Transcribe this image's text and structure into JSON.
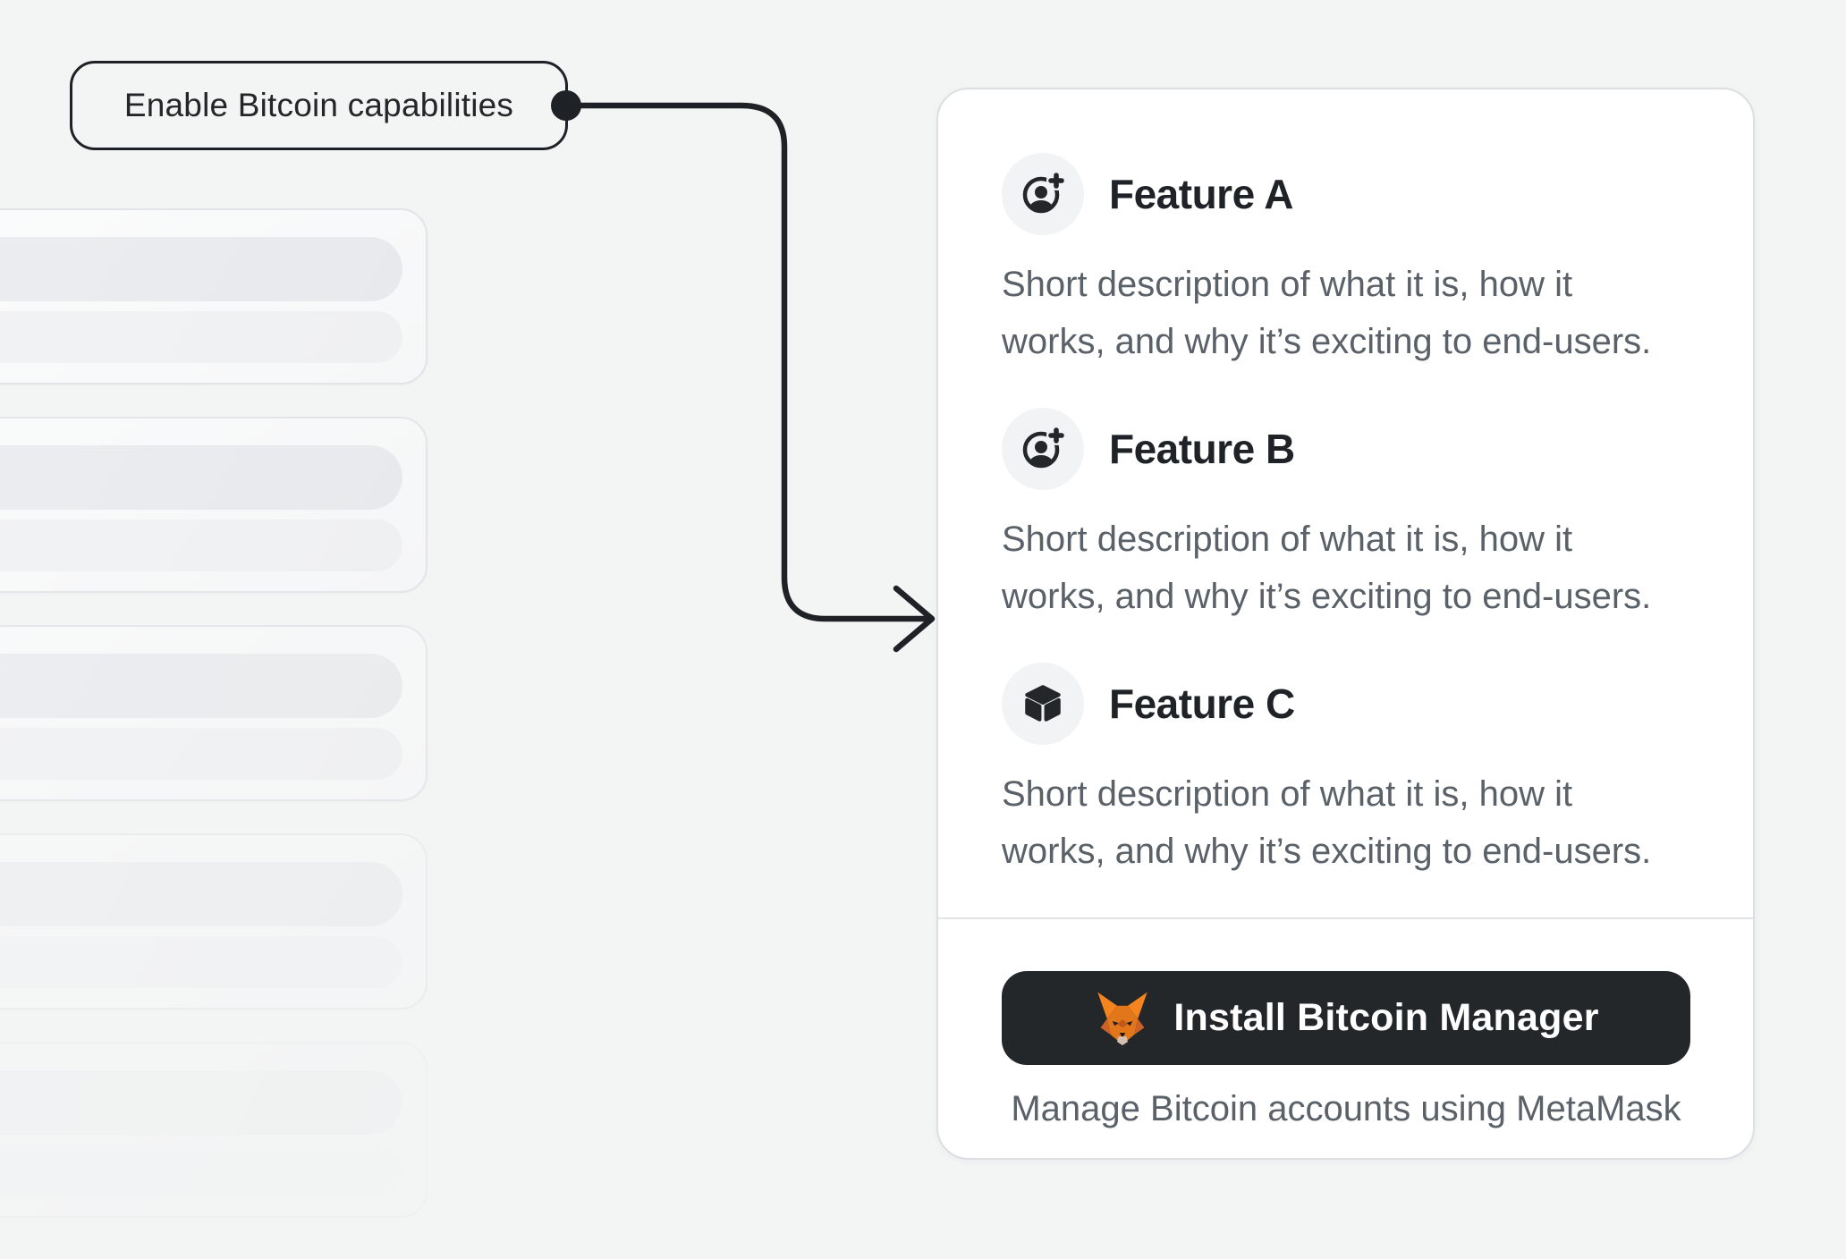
{
  "colors": {
    "background": "#f3f4f4",
    "ink": "#1e2125",
    "button_background": "#24272a",
    "muted_text": "#5b6168",
    "card_background": "#ffffff",
    "card_border": "#dcdee2",
    "icon_circle_background": "#f2f3f5",
    "skeleton_bar": "#e9ebee",
    "metamask_orange": "#f5841f"
  },
  "callout": {
    "label": "Enable Bitcoin capabilities"
  },
  "skeleton_list": {
    "card_count": 5
  },
  "feature_card": {
    "features": [
      {
        "icon": "account-add-icon",
        "title": "Feature A",
        "desc_line1": "Short description of what it is, how it",
        "desc_line2": "works, and why it’s exciting to end-users."
      },
      {
        "icon": "account-add-icon",
        "title": "Feature B",
        "desc_line1": "Short description of what it is, how it",
        "desc_line2": "works, and why it’s exciting to end-users."
      },
      {
        "icon": "cube-icon",
        "title": "Feature C",
        "desc_line1": "Short description of what it is, how it",
        "desc_line2": "works, and why it’s exciting to end-users."
      }
    ],
    "install_button": {
      "icon": "metamask-fox-icon",
      "label": "Install Bitcoin Manager"
    },
    "caption": "Manage Bitcoin accounts using MetaMask"
  }
}
